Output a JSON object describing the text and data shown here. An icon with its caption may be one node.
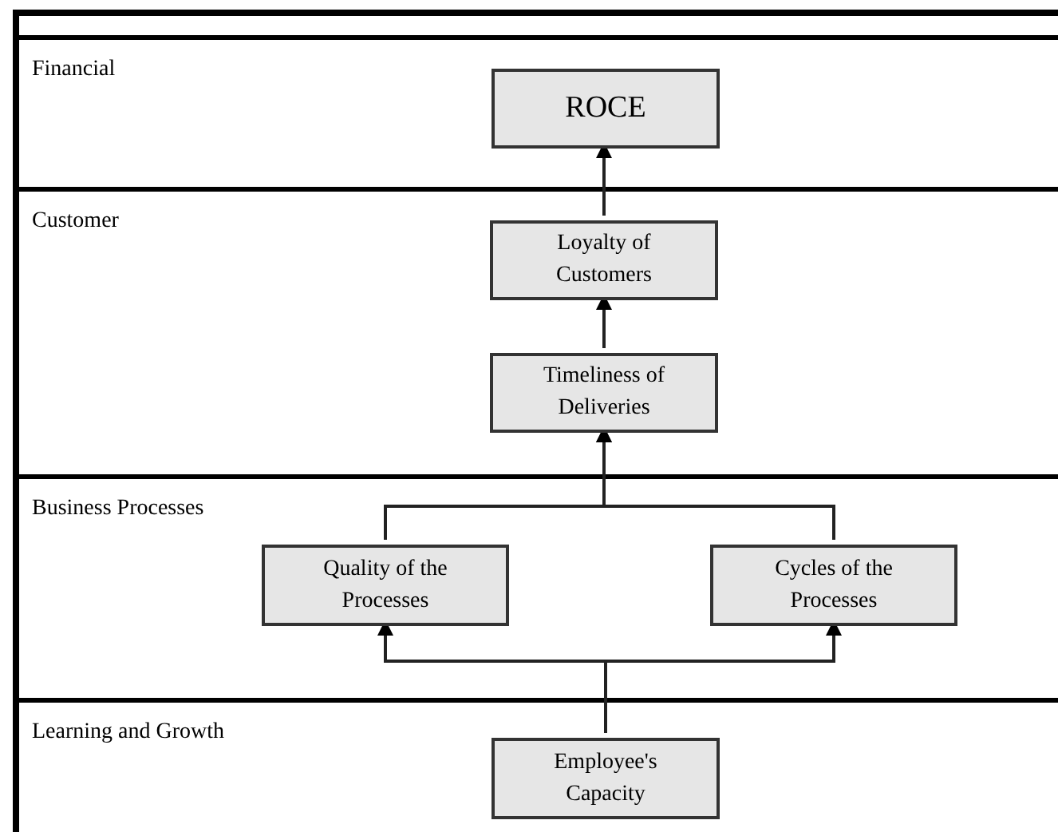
{
  "diagram": {
    "nodes": [
      {
        "text": [
          "Financial"
        ]
      },
      {
        "text": [
          "ROCE"
        ],
        "in": 0
      },
      {
        "text": [
          "Customer"
        ]
      },
      {
        "text": [
          "Loyalty of Customers"
        ],
        "in": 2
      },
      {
        "text": [
          "Timeliness of Deliveries"
        ],
        "in": 2
      },
      {
        "text": [
          "Business Processes"
        ]
      },
      {
        "text": [
          "Quality of the Processes"
        ],
        "in": 5
      },
      {
        "text": [
          "Cycles of the Processes"
        ],
        "in": 5
      },
      {
        "text": [
          "Learning and Growth"
        ]
      },
      {
        "text": [
          "Employee's Capacity"
        ],
        "in": 8
      }
    ],
    "edges": [
      {
        "from": 3,
        "to": 1,
        "arrow": "to"
      },
      {
        "from": 4,
        "to": 3,
        "arrow": "to"
      },
      {
        "from": 6,
        "to": 4,
        "arrow": "to"
      },
      {
        "from": 7,
        "to": 4,
        "arrow": "to"
      },
      {
        "from": 9,
        "to": 6,
        "arrow": "to"
      },
      {
        "from": 9,
        "to": 7,
        "arrow": "to"
      }
    ]
  }
}
